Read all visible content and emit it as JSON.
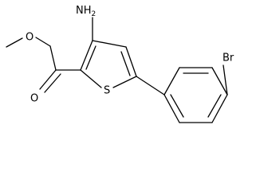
{
  "molecule": {
    "atoms": {
      "amine_n": "N",
      "amine_h": "H",
      "amine_h_count": "2",
      "ring_sulfur": "S",
      "bromine": "Br",
      "carbonyl_oxygen": "O",
      "ester_oxygen": "O"
    }
  }
}
